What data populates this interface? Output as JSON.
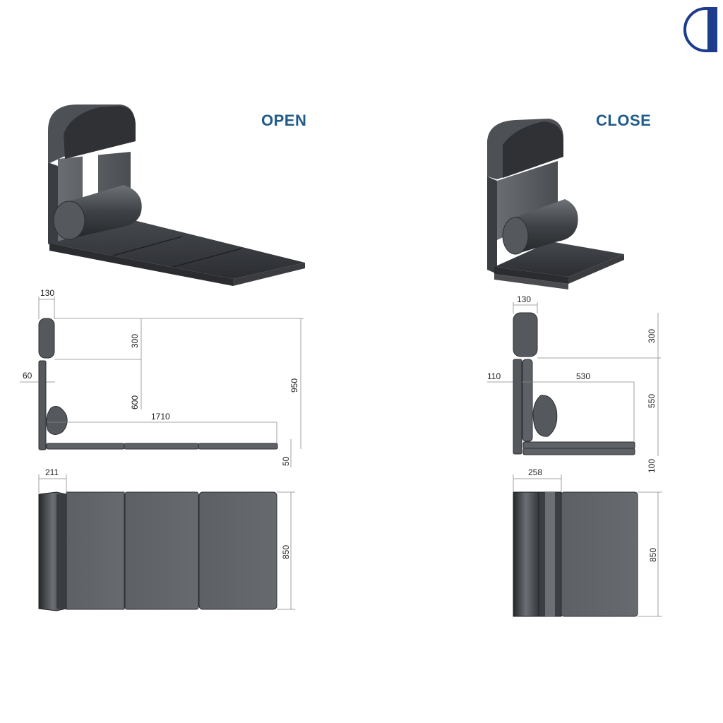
{
  "labels": {
    "open": "OPEN",
    "close": "CLOSE"
  },
  "open": {
    "dims": {
      "w130": "130",
      "h300": "300",
      "h600": "600",
      "h950": "950",
      "t60": "60",
      "l1710": "1710",
      "t50": "50",
      "w211": "211",
      "w850": "850"
    }
  },
  "close": {
    "dims": {
      "w130": "130",
      "h300": "300",
      "t110": "110",
      "l530": "530",
      "h550": "550",
      "t100": "100",
      "w258": "258",
      "w850": "850"
    }
  },
  "colors": {
    "label": "#1f5a8a",
    "logo": "#1e3c8c",
    "cushion": "#5a5d62",
    "cushion_dark": "#2e3034",
    "cushion_top": "#3c3f44"
  }
}
